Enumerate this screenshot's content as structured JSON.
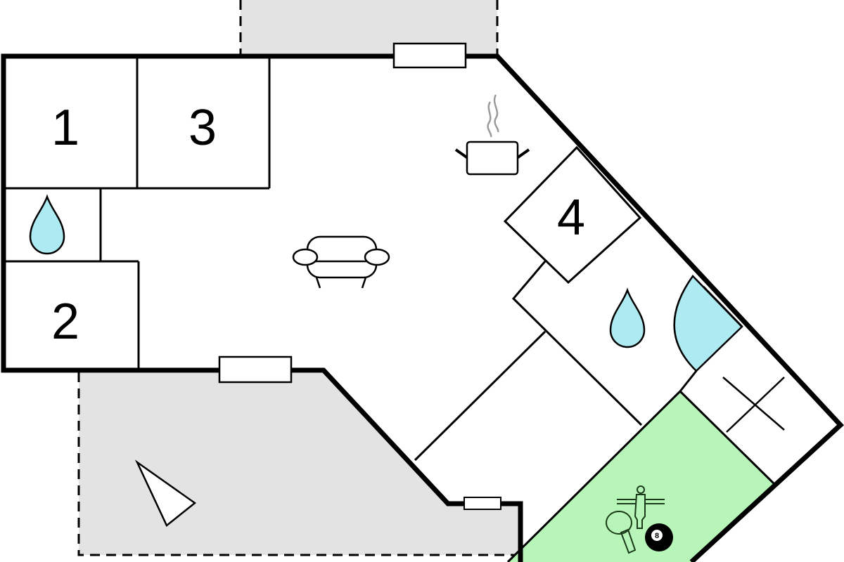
{
  "plan": {
    "rooms": [
      {
        "id": "bedroom-1",
        "label": "1"
      },
      {
        "id": "bedroom-3",
        "label": "3"
      },
      {
        "id": "bedroom-2",
        "label": "2"
      },
      {
        "id": "bedroom-4",
        "label": "4"
      }
    ],
    "ball_label": "8",
    "colors": {
      "wall": "#000000",
      "terrace": "#e3e3e3",
      "water": "#aeeaf2",
      "game_room": "#b8f5b8",
      "steam": "#9a9a9a"
    },
    "icons": [
      "water-drop-icon",
      "sofa-icon",
      "cooking-pot-icon",
      "shower-door-icon",
      "table-foosball-icon",
      "ping-pong-icon",
      "billiard-ball-icon",
      "compass-triangle-icon",
      "window-icon"
    ]
  }
}
